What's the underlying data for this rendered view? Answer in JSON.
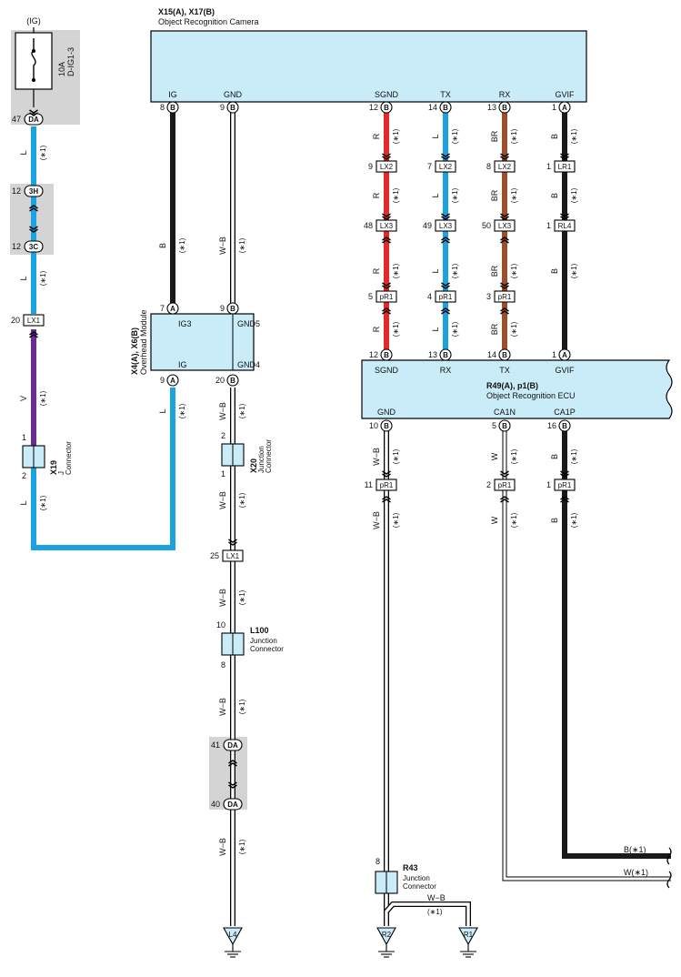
{
  "power": {
    "label": "(IG)",
    "fuse_rating": "10A",
    "fuse_name": "D-IG1-3"
  },
  "camera": {
    "title": "X15(A), X17(B)",
    "name": "Object Recognition Camera",
    "terminals": [
      "IG",
      "GND",
      "SGND",
      "TX",
      "RX",
      "GVIF"
    ]
  },
  "overhead": {
    "title": "X4(A), X6(B)",
    "name": "Overhead Module",
    "terminals": [
      "IG3",
      "GND5",
      "IG",
      "GND4"
    ]
  },
  "ecu": {
    "title": "R49(A), p1(B)",
    "name": "Object Recognition ECU",
    "top_terminals": [
      "SGND",
      "RX",
      "TX",
      "GVIF"
    ],
    "bottom_terminals": [
      "GND",
      "CA1N",
      "CA1P"
    ]
  },
  "junctions": {
    "x19": {
      "id": "X19",
      "label": "Junction\nConnector"
    },
    "x20": {
      "id": "X20",
      "label": "Junction\nConnector"
    },
    "l100": {
      "id": "L100",
      "label": "Junction\nConnector"
    },
    "r43": {
      "id": "R43",
      "label": "Junction\nConnector"
    }
  },
  "grounds": [
    "L4",
    "R2",
    "R1"
  ],
  "connector_codes": [
    "DA",
    "3H",
    "3C",
    "LX1",
    "LX2",
    "LX3",
    "LR1",
    "RL4",
    "pR1"
  ],
  "pin_letters": [
    "A",
    "B"
  ],
  "wire_colors": {
    "L": "L",
    "V": "V",
    "B": "B",
    "W-B": "W−B",
    "R": "R",
    "BR": "BR",
    "W": "W"
  },
  "note_mark": "(∗1)",
  "out_labels": [
    "B(∗1)",
    "W(∗1)"
  ],
  "colors": {
    "L": "#1aa3e0",
    "V": "#6a2c8e",
    "B": "#1a1a1a",
    "R": "#e32a2a",
    "BR": "#9c4f2a",
    "W-B": "#ffffff"
  }
}
